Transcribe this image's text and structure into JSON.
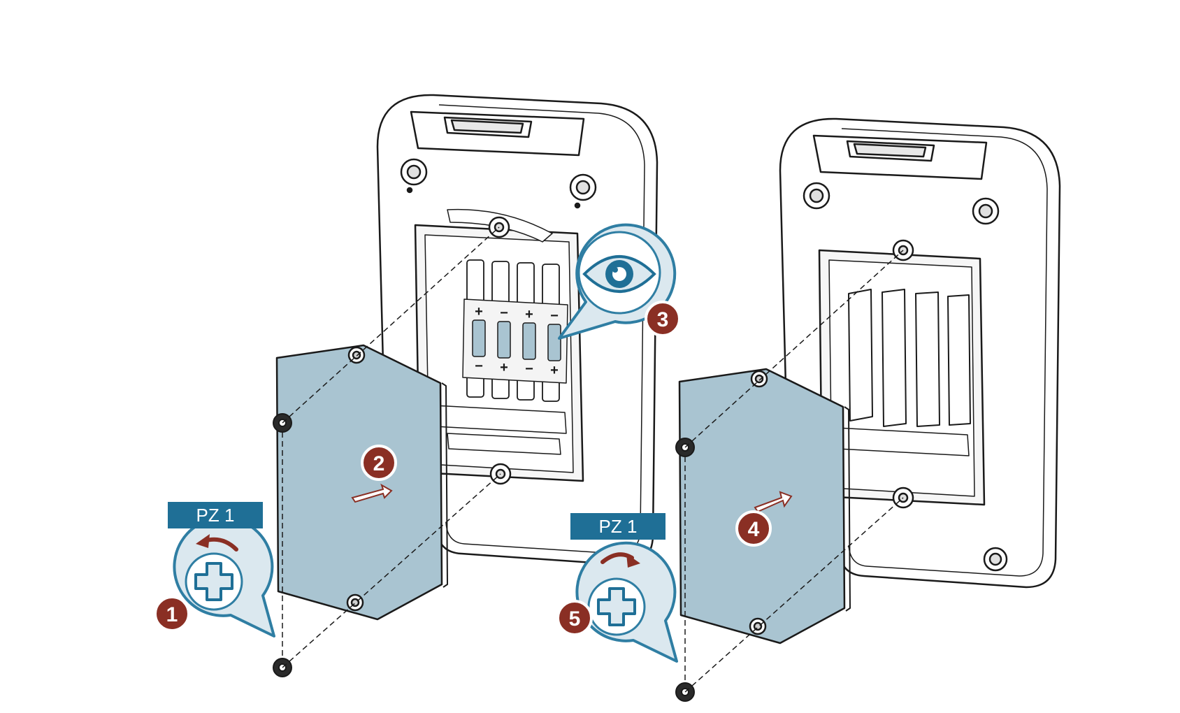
{
  "steps": [
    {
      "number": "1",
      "action": "loosen-screws"
    },
    {
      "number": "2",
      "action": "remove-cover"
    },
    {
      "number": "3",
      "action": "check-battery-polarity"
    },
    {
      "number": "4",
      "action": "attach-cover"
    },
    {
      "number": "5",
      "action": "tighten-screws"
    }
  ],
  "tools": {
    "left_label": "PZ 1",
    "right_label": "PZ 1"
  },
  "polarity": {
    "top": [
      "+",
      "−",
      "+",
      "−"
    ],
    "bottom": [
      "−",
      "+",
      "−",
      "+"
    ]
  },
  "icons": {
    "step_badge": "numbered-circle",
    "screwdriver": "phillips-pozidriv-icon",
    "inspect": "eye-icon",
    "rotate_ccw": "counterclockwise-arrow-icon",
    "rotate_cw": "clockwise-arrow-icon"
  },
  "colors": {
    "step_badge": "#8a2f24",
    "label_box": "#1f6f96",
    "cover_fill": "#a9c4d1",
    "callout_fill": "#dbe8ef",
    "callout_ring": "#2f7ea3",
    "arrow": "#8a2f24",
    "line": "#1a1a1a"
  }
}
